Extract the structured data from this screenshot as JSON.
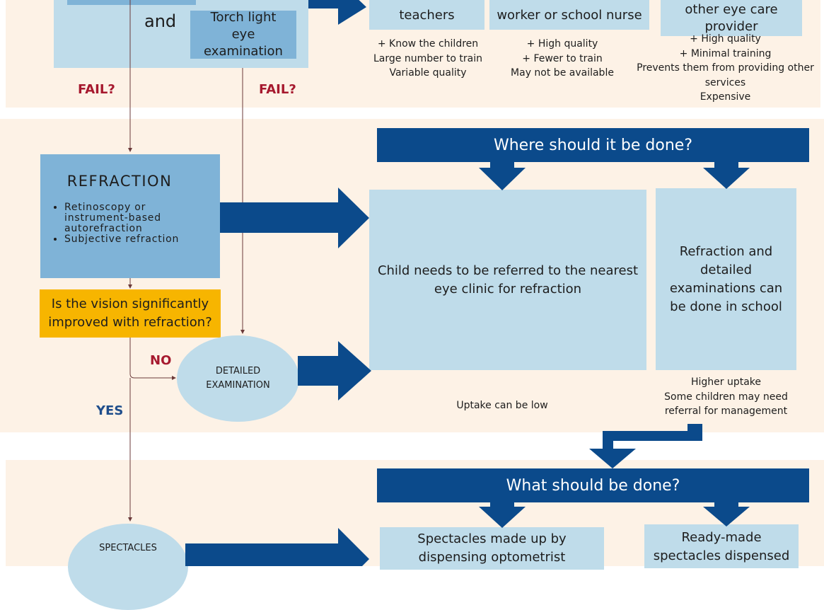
{
  "top": {
    "and": "and",
    "torch": "Torch light eye examination",
    "teachers": "teachers",
    "worker": "worker or school nurse",
    "provider": "other eye care provider",
    "teachers_notes": [
      "+ Know the children",
      "Large number to train",
      "Variable quality"
    ],
    "worker_notes": [
      "+ High quality",
      "+ Fewer to train",
      "May not be available"
    ],
    "provider_notes": [
      "+ High quality",
      "+ Minimal training",
      "Prevents them from providing other services",
      "Expensive"
    ],
    "fail_left": "FAIL?",
    "fail_right": "FAIL?"
  },
  "middle": {
    "refraction_title": "REFRACTION",
    "refraction_items": [
      "Retinoscopy or instrument-based autorefraction",
      "Subjective refraction"
    ],
    "question": "Is the vision significantly improved with refraction?",
    "no": "NO",
    "yes": "YES",
    "detailed": "DETAILED EXAMINATION",
    "where_banner": "Where should it be done?",
    "clinic": "Child needs to be referred to the nearest eye clinic for refraction",
    "school": "Refraction and detailed examinations can be done in school",
    "uptake_low": "Uptake can be low",
    "higher_notes": [
      "Higher uptake",
      "Some children may need referral for management"
    ]
  },
  "bottom": {
    "what_banner": "What should be done?",
    "made_up": "Spectacles made up by dispensing optometrist",
    "ready_made": "Ready-made spectacles dispensed",
    "spectacles": "SPECTACLES"
  },
  "colors": {
    "band": "#fdf2e6",
    "light_box": "#bfdcea",
    "mid_box": "#7fb3d7",
    "arrow": "#0b4a8b",
    "question": "#f7b500",
    "fail_red": "#a6192e",
    "yes_blue": "#1f4e8c"
  }
}
